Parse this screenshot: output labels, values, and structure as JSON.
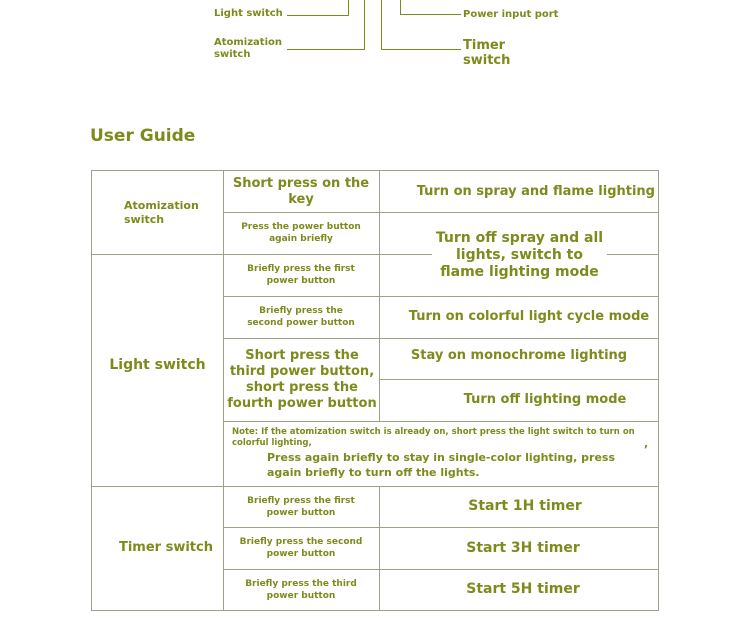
{
  "diagram": {
    "light_switch": "Light switch",
    "atomization_switch": "Atomization\nswitch",
    "power_input_port": "Power input port",
    "timer_switch": "Timer\nswitch"
  },
  "guide": {
    "title": "User Guide",
    "rows": {
      "atom_label": "Atomization\nswitch",
      "atom_action_1": "Short press on the key",
      "atom_result_1": "Turn on spray and flame lighting",
      "atom_action_2": "Press the power button again briefly",
      "light_label": "Light switch",
      "light_action_1": "Briefly press the first power button",
      "light_result_1": "Turn off spray and all lights, switch to flame lighting mode",
      "light_action_2": "Briefly press the second power button",
      "light_result_2": "Turn on colorful light cycle mode",
      "light_action_3": "Short press the third power button, short press the fourth power button",
      "light_result_3": "Stay on monochrome lighting",
      "light_result_4": "Turn off lighting mode",
      "note_1": "Note: If the atomization switch is already on, short press the light switch to turn on colorful lighting,",
      "note_2": "Press again briefly to stay in single-color lighting, press again briefly to turn off the lights.",
      "note_comma": ",",
      "timer_label": "Timer switch",
      "timer_action_1": "Briefly press the first power button",
      "timer_result_1": "Start 1H timer",
      "timer_action_2": "Briefly press the second power button",
      "timer_result_2": "Start 3H timer",
      "timer_action_3": "Briefly press the third power button",
      "timer_result_3": "Start 5H timer"
    }
  },
  "colors": {
    "text": "#7e8a1c",
    "border": "#9aa38a",
    "background": "#ffffff"
  }
}
